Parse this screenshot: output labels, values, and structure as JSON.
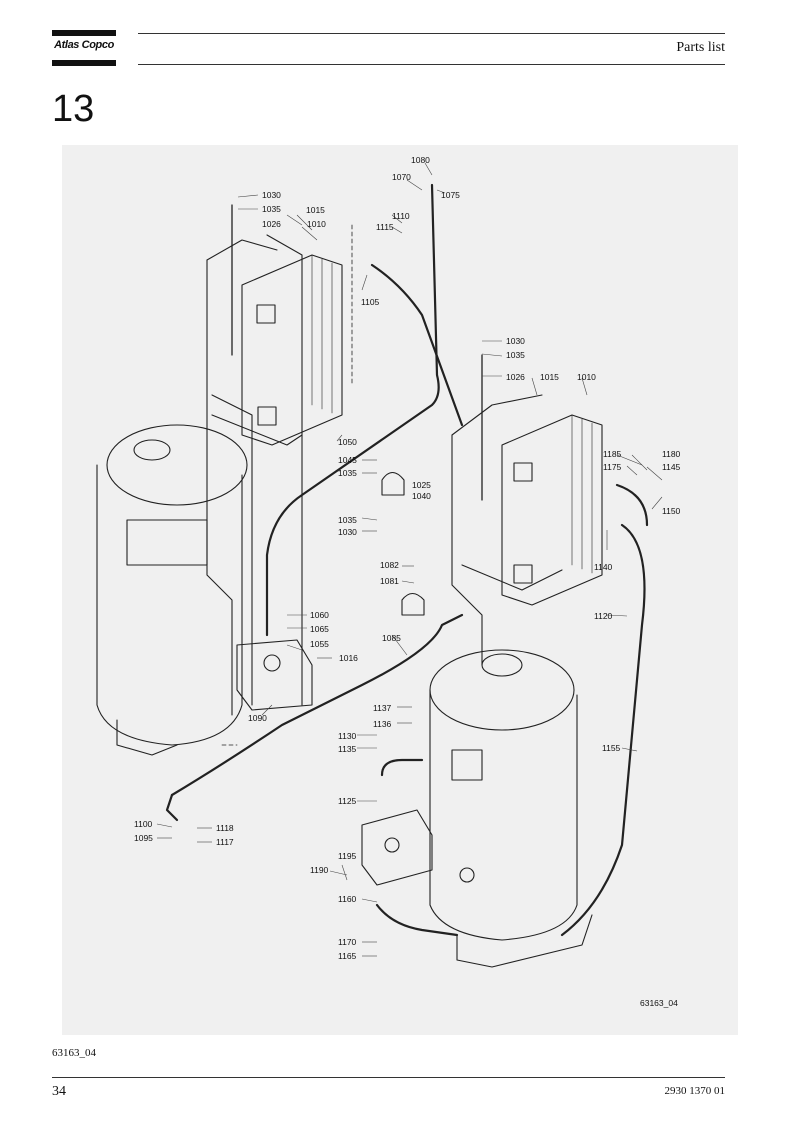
{
  "header": {
    "brand": "Atlas Copco",
    "title": "Parts list"
  },
  "section_number": "13",
  "figure": {
    "id_label": "63163_04",
    "callouts": [
      "1080",
      "1070",
      "1075",
      "1030",
      "1035",
      "1015",
      "1010",
      "1026",
      "1110",
      "1115",
      "1105",
      "1030",
      "1035",
      "1026",
      "1015",
      "1010",
      "1050",
      "1045",
      "1035",
      "1025",
      "1040",
      "1035",
      "1030",
      "1185",
      "1180",
      "1175",
      "1145",
      "1150",
      "1140",
      "1082",
      "1081",
      "1120",
      "1060",
      "1065",
      "1085",
      "1055",
      "1016",
      "1090",
      "1137",
      "1136",
      "1130",
      "1135",
      "1155",
      "1125",
      "1100",
      "1118",
      "1095",
      "1117",
      "1195",
      "1190",
      "1160",
      "1170",
      "1165"
    ]
  },
  "footer": {
    "caption": "63163_04",
    "page_number": "34",
    "document_number": "2930 1370 01"
  }
}
